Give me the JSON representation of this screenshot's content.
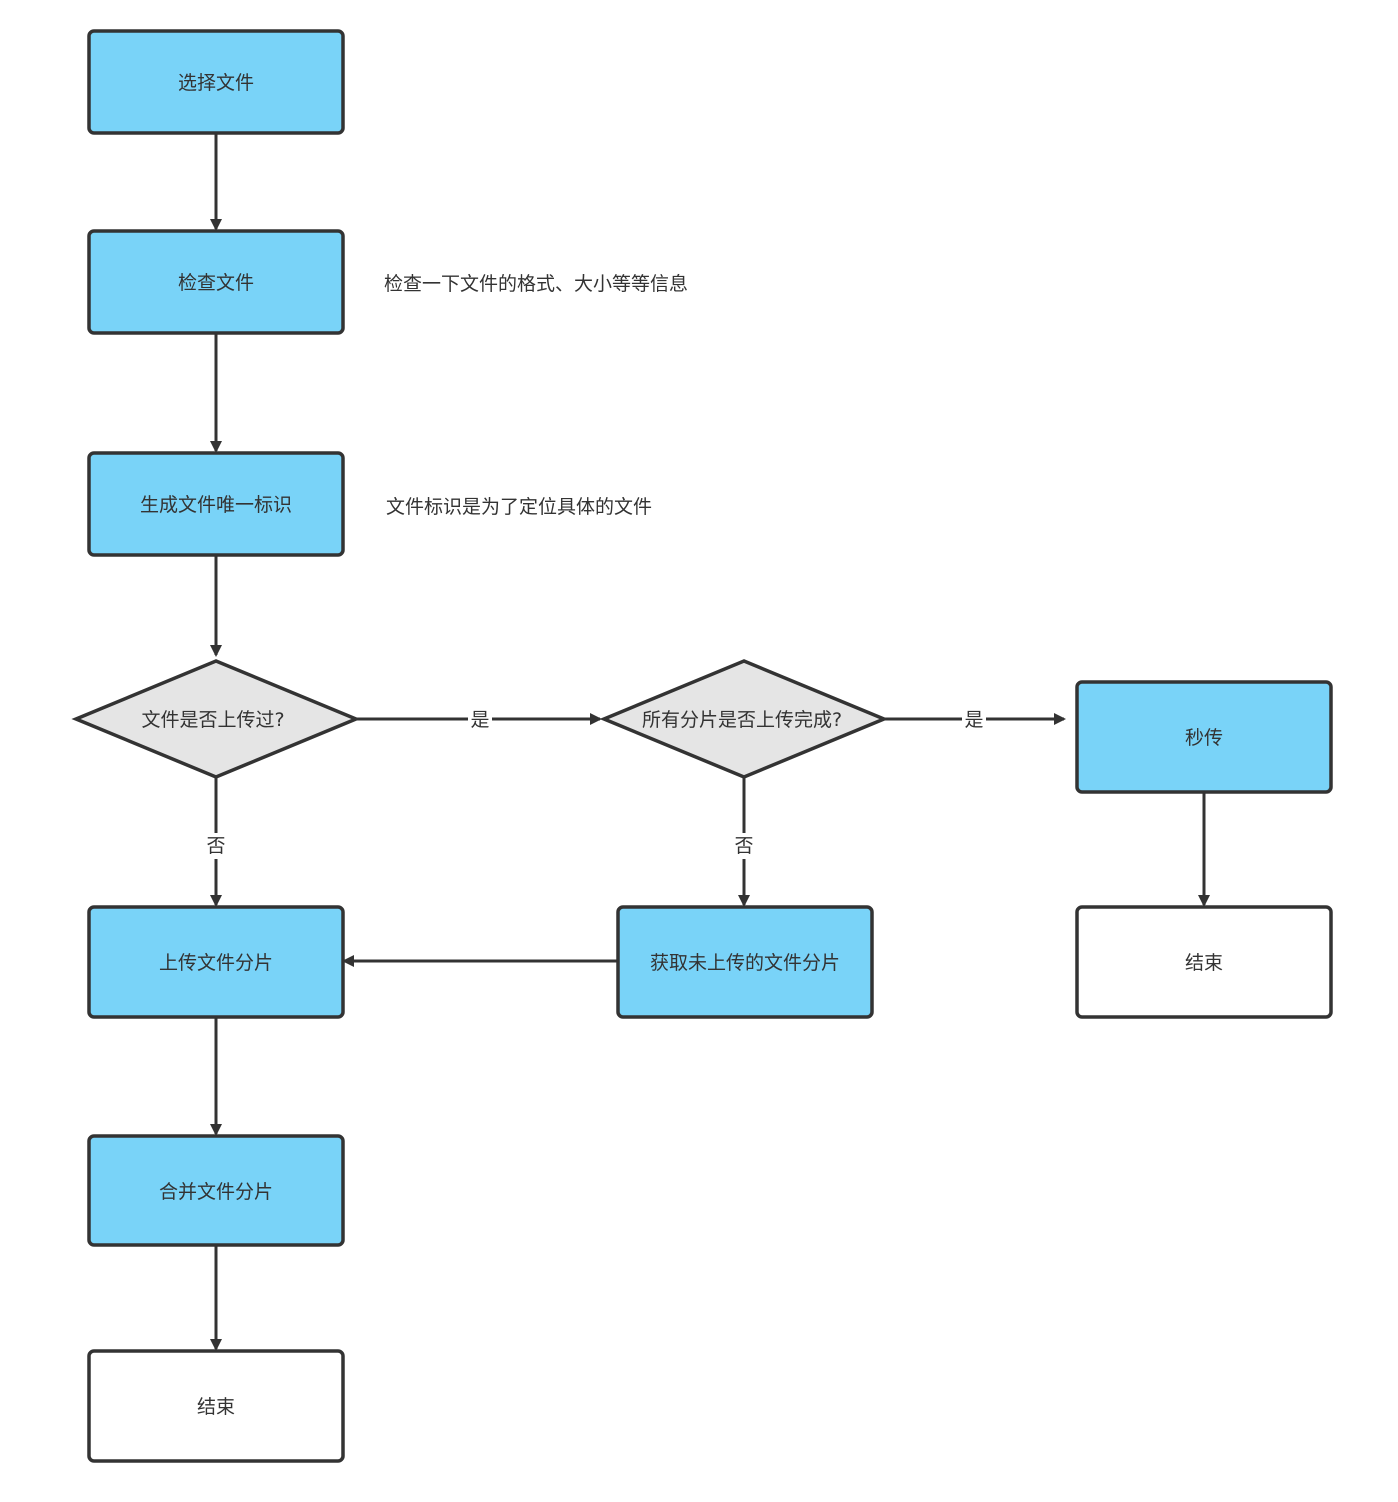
{
  "colors": {
    "process_fill": "#79d3f8",
    "decision_fill": "#e5e5e5",
    "end_fill": "#ffffff",
    "stroke": "#333333",
    "text": "#333333",
    "background": "#ffffff"
  },
  "nodes": {
    "select_file": "选择文件",
    "check_file": "检查文件",
    "gen_id": "生成文件唯一标识",
    "uploaded_q": "文件是否上传过?",
    "all_chunks_q": "所有分片是否上传完成?",
    "instant": "秒传",
    "end_right": "结束",
    "upload_chunks": "上传文件分片",
    "get_missing": "获取未上传的文件分片",
    "merge": "合并文件分片",
    "end_bottom": "结束"
  },
  "notes": {
    "check_note": "检查一下文件的格式、大小等等信息",
    "id_note": "文件标识是为了定位具体的文件"
  },
  "edge_labels": {
    "yes_1": "是",
    "yes_2": "是",
    "no_1": "否",
    "no_2": "否"
  }
}
